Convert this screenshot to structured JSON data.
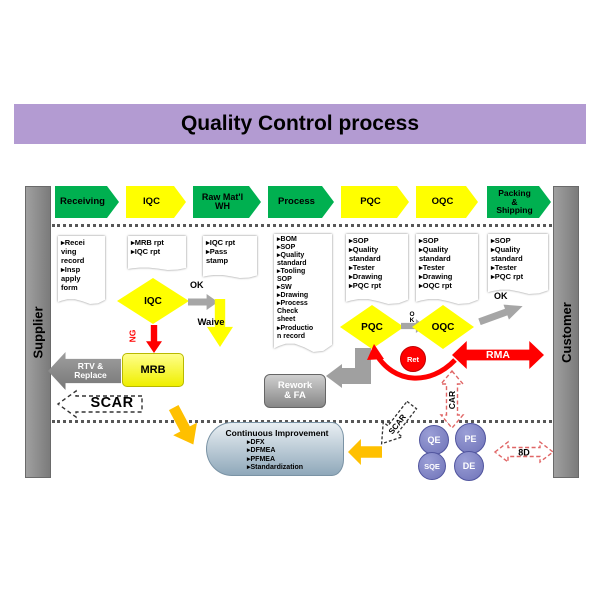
{
  "title": "Quality Control process",
  "lanes": {
    "supplier": "Supplier",
    "customer": "Customer"
  },
  "flow_steps": [
    {
      "label": "Receiving"
    },
    {
      "label": "IQC"
    },
    {
      "label": "Raw Mat'l\nWH"
    },
    {
      "label": "Process"
    },
    {
      "label": "PQC"
    },
    {
      "label": "OQC"
    },
    {
      "label": "Packing\n&\nShipping"
    }
  ],
  "documents": {
    "receiving": "▸Recei\nving\nrecord\n▸Insp\napply\nform",
    "iqc": "▸MRB rpt\n▸IQC rpt",
    "raw_wh": "▸IQC rpt\n▸Pass\nstamp",
    "process": "▸BOM\n▸SOP\n▸Quality\nstandard\n▸Tooling\nSOP\n▸SW\n▸Drawing\n▸Process\nCheck\nsheet\n▸Productio\nn record",
    "pqc": "▸SOP\n▸Quality\nstandard\n▸Tester\n▸Drawing\n▸PQC rpt",
    "oqc": "▸SOP\n▸Quality\nstandard\n▸Tester\n▸Drawing\n▸OQC rpt",
    "packing": "▸SOP\n▸Quality\nstandard\n▸Tester\n▸PQC rpt"
  },
  "decisions": {
    "iqc": "IQC",
    "pqc": "PQC",
    "oqc": "OQC"
  },
  "nodes": {
    "mrb": "MRB",
    "rtv": "RTV &\nReplace",
    "scar": "SCAR",
    "rework": "Rework\n& FA",
    "rma": "RMA",
    "ret": "Ret",
    "car": "CAR",
    "scar_ci": "SCAR",
    "eight_d": "8D"
  },
  "labels": {
    "ok_iqc": "OK",
    "waive": "Waive",
    "ng": "NG",
    "ok_pqc": "O\nK",
    "ok_oqc": "OK"
  },
  "teams": [
    {
      "label": "QE"
    },
    {
      "label": "PE"
    },
    {
      "label": "SQE"
    },
    {
      "label": "DE"
    }
  ],
  "continuous_improvement": {
    "title": "Continuous Improvement",
    "items": "▸DFX\n▸DFMEA\n▸PFMEA\n▸Standardization"
  },
  "colors": {
    "banner": "#b39bd2",
    "green": "#00b050",
    "yellow": "#ffff00",
    "gray": "#8c8c8c",
    "red": "#ff0000",
    "gold": "#ffc000",
    "team_blue": "#7d81c4"
  }
}
